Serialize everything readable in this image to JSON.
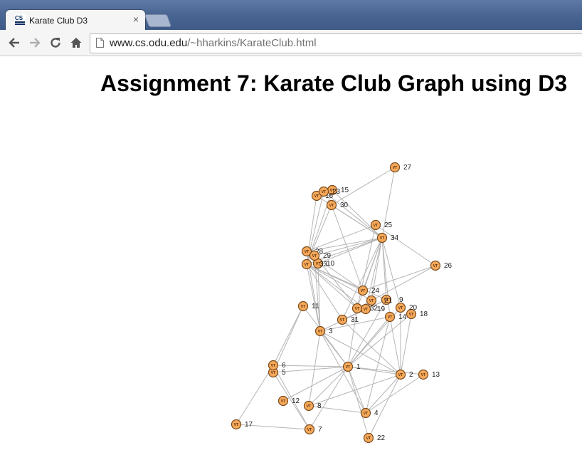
{
  "browser": {
    "tab_title": "Karate Club D3",
    "tab_icon_text": "CS",
    "close_glyph": "×",
    "url_host": "www.cs.odu.edu",
    "url_path": "/~hharkins/KarateClub.html"
  },
  "page": {
    "title": "Assignment 7: Karate Club Graph using D3"
  },
  "colors": {
    "node_fill": "#f5a95a",
    "node_stroke": "#7a4a1c",
    "edge": "#b5b5b5"
  },
  "node_badge_text": "VT",
  "graph": {
    "nodes": [
      {
        "id": "1"
      },
      {
        "id": "2"
      },
      {
        "id": "3"
      },
      {
        "id": "4"
      },
      {
        "id": "5"
      },
      {
        "id": "6"
      },
      {
        "id": "7"
      },
      {
        "id": "8"
      },
      {
        "id": "9"
      },
      {
        "id": "10"
      },
      {
        "id": "11"
      },
      {
        "id": "12"
      },
      {
        "id": "13"
      },
      {
        "id": "14"
      },
      {
        "id": "15"
      },
      {
        "id": "16"
      },
      {
        "id": "17"
      },
      {
        "id": "18"
      },
      {
        "id": "19"
      },
      {
        "id": "20"
      },
      {
        "id": "21"
      },
      {
        "id": "22"
      },
      {
        "id": "23"
      },
      {
        "id": "24"
      },
      {
        "id": "25"
      },
      {
        "id": "26"
      },
      {
        "id": "27"
      },
      {
        "id": "28"
      },
      {
        "id": "29"
      },
      {
        "id": "30"
      },
      {
        "id": "31"
      },
      {
        "id": "32"
      },
      {
        "id": "33"
      },
      {
        "id": "34"
      }
    ],
    "edges": [
      [
        "2",
        "1"
      ],
      [
        "3",
        "1"
      ],
      [
        "3",
        "2"
      ],
      [
        "4",
        "1"
      ],
      [
        "4",
        "2"
      ],
      [
        "4",
        "3"
      ],
      [
        "5",
        "1"
      ],
      [
        "6",
        "1"
      ],
      [
        "7",
        "1"
      ],
      [
        "7",
        "5"
      ],
      [
        "7",
        "6"
      ],
      [
        "8",
        "1"
      ],
      [
        "8",
        "2"
      ],
      [
        "8",
        "3"
      ],
      [
        "8",
        "4"
      ],
      [
        "9",
        "1"
      ],
      [
        "9",
        "3"
      ],
      [
        "10",
        "3"
      ],
      [
        "11",
        "1"
      ],
      [
        "11",
        "5"
      ],
      [
        "11",
        "6"
      ],
      [
        "12",
        "1"
      ],
      [
        "13",
        "1"
      ],
      [
        "13",
        "4"
      ],
      [
        "14",
        "1"
      ],
      [
        "14",
        "2"
      ],
      [
        "14",
        "3"
      ],
      [
        "14",
        "4"
      ],
      [
        "17",
        "6"
      ],
      [
        "17",
        "7"
      ],
      [
        "18",
        "1"
      ],
      [
        "18",
        "2"
      ],
      [
        "20",
        "1"
      ],
      [
        "20",
        "2"
      ],
      [
        "22",
        "1"
      ],
      [
        "22",
        "2"
      ],
      [
        "26",
        "24"
      ],
      [
        "26",
        "25"
      ],
      [
        "28",
        "3"
      ],
      [
        "28",
        "24"
      ],
      [
        "28",
        "25"
      ],
      [
        "29",
        "3"
      ],
      [
        "30",
        "24"
      ],
      [
        "30",
        "27"
      ],
      [
        "31",
        "2"
      ],
      [
        "31",
        "9"
      ],
      [
        "32",
        "1"
      ],
      [
        "32",
        "25"
      ],
      [
        "32",
        "26"
      ],
      [
        "32",
        "29"
      ],
      [
        "33",
        "3"
      ],
      [
        "33",
        "9"
      ],
      [
        "33",
        "15"
      ],
      [
        "33",
        "16"
      ],
      [
        "33",
        "19"
      ],
      [
        "33",
        "21"
      ],
      [
        "33",
        "23"
      ],
      [
        "33",
        "24"
      ],
      [
        "33",
        "30"
      ],
      [
        "33",
        "31"
      ],
      [
        "33",
        "32"
      ],
      [
        "34",
        "9"
      ],
      [
        "34",
        "10"
      ],
      [
        "34",
        "14"
      ],
      [
        "34",
        "15"
      ],
      [
        "34",
        "16"
      ],
      [
        "34",
        "19"
      ],
      [
        "34",
        "20"
      ],
      [
        "34",
        "21"
      ],
      [
        "34",
        "23"
      ],
      [
        "34",
        "24"
      ],
      [
        "34",
        "27"
      ],
      [
        "34",
        "28"
      ],
      [
        "34",
        "29"
      ],
      [
        "34",
        "30"
      ],
      [
        "34",
        "31"
      ],
      [
        "34",
        "32"
      ],
      [
        "34",
        "33"
      ]
    ]
  }
}
